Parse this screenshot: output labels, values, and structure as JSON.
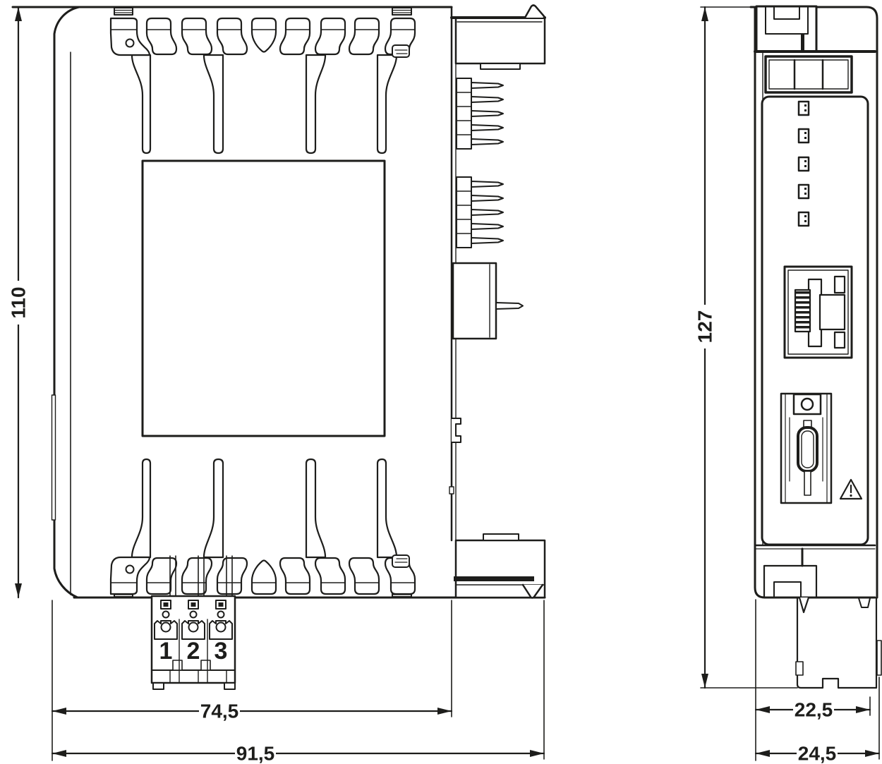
{
  "dimensions": {
    "side_height": "110",
    "side_body_width": "74,5",
    "side_total_width": "91,5",
    "front_height": "127",
    "front_body_width": "22,5",
    "front_total_width": "24,5"
  },
  "terminal_block": {
    "labels": [
      "1",
      "2",
      "3"
    ]
  },
  "colors": {
    "line": "#1d1d1b",
    "background": "#ffffff"
  }
}
